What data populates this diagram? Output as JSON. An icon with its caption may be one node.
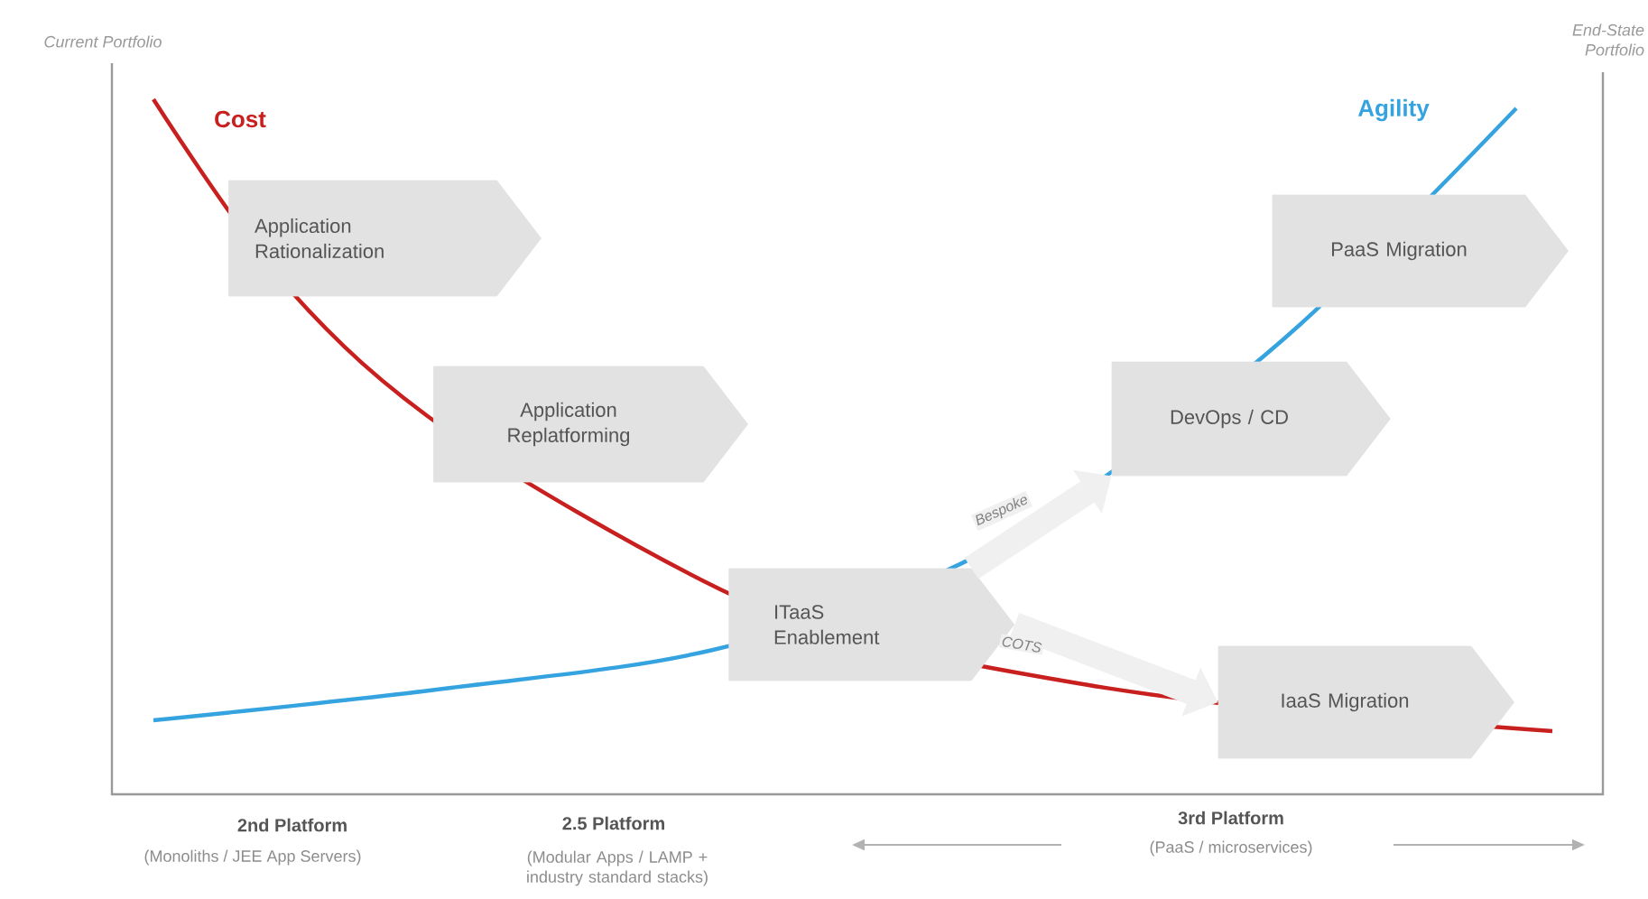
{
  "diagram": {
    "nodes": [
      {
        "text": [
          "Application Rationalization"
        ]
      },
      {
        "text": [
          "PaaS Migration"
        ]
      },
      {
        "text": [
          "Application Replatforming"
        ]
      },
      {
        "text": [
          "DevOps / CD"
        ]
      },
      {
        "text": [
          "ITaaS Enablement"
        ]
      },
      {
        "text": [
          "IaaS Migration"
        ]
      }
    ],
    "edges": [
      {
        "from": 4,
        "to": 3,
        "arrow": "to",
        "label": "Bespoke"
      },
      {
        "from": 4,
        "to": 5,
        "arrow": "to",
        "label": "COTS"
      }
    ],
    "labels": [
      "Current Portfolio",
      "End-State Portfolio",
      "Cost",
      "Agility",
      "2nd Platform",
      "(Monoliths / JEE App Servers)",
      "2.5 Platform",
      "(Modular Apps / LAMP + industry standard stacks)",
      "3rd Platform",
      "(PaaS / microservices)"
    ]
  }
}
